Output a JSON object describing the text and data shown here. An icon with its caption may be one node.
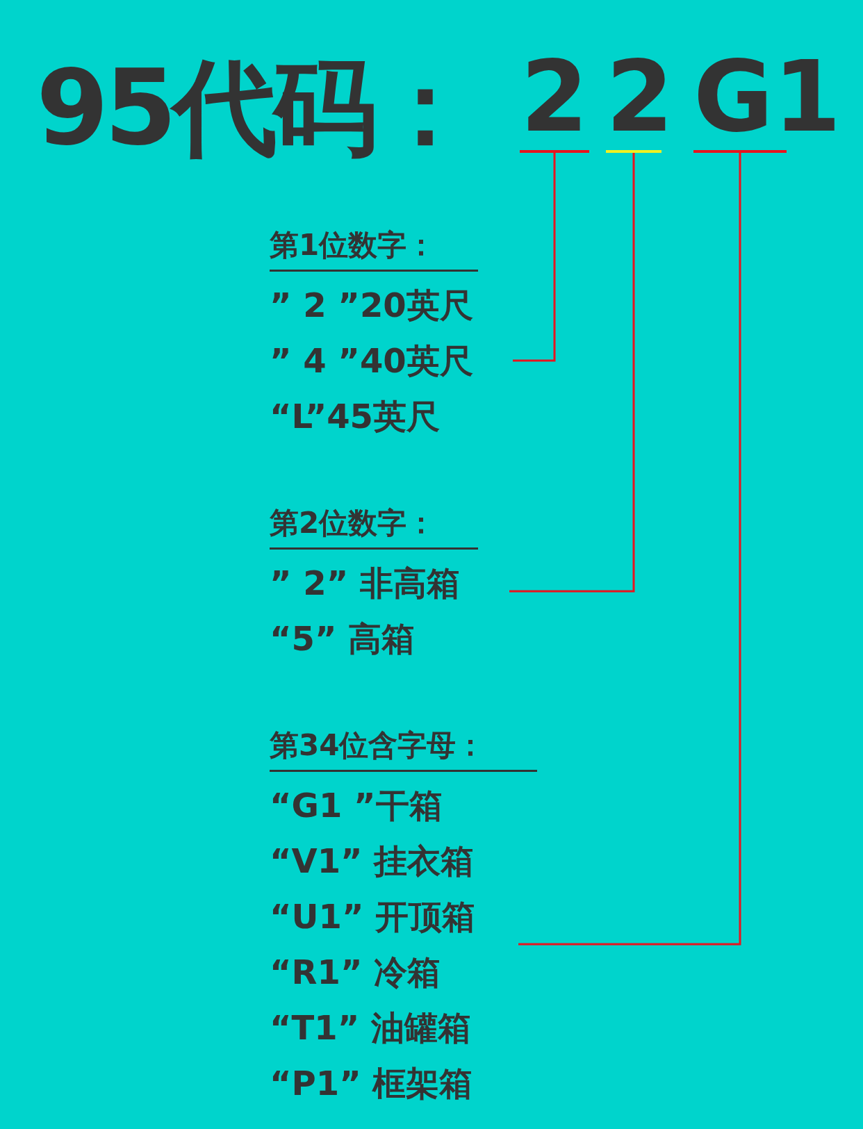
{
  "diagram": {
    "title": "95代码：",
    "nodes": [
      {
        "text": [
          "2"
        ]
      },
      {
        "text": [
          "2"
        ]
      },
      {
        "text": [
          "G1"
        ]
      },
      {
        "text": [
          "第1位数字：",
          "” 2 ”20英尺",
          "” 4 ”40英尺",
          "“L”45英尺"
        ]
      },
      {
        "text": [
          "第2位数字：",
          "” 2” 非高箱",
          "“5” 高箱"
        ]
      },
      {
        "text": [
          "第34位含字母：",
          "“G1 ”干箱",
          "“V1” 挂衣箱",
          "“U1” 开顶箱",
          "“R1” 冷箱",
          "“T1” 油罐箱",
          "“P1” 框架箱"
        ]
      }
    ],
    "edges": [
      {
        "from": 0,
        "to": 3,
        "arrow": "none"
      },
      {
        "from": 1,
        "to": 4,
        "arrow": "none"
      },
      {
        "from": 2,
        "to": 5,
        "arrow": "none"
      }
    ]
  }
}
